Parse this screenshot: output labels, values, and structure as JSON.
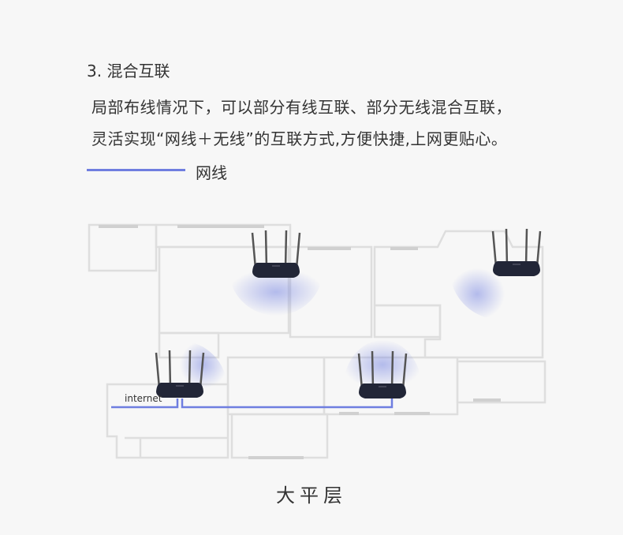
{
  "section": {
    "title": "3. 混合互联",
    "paragraph_line1": "局部布线情况下，可以部分有线互联、部分无线混合互联，",
    "paragraph_line2": "灵活实现“网线＋无线”的互联方式,方便快捷,上网更贴心。"
  },
  "legend": {
    "label": "网线",
    "color": "#6f7ee0"
  },
  "floorplan": {
    "internet_label": "internet",
    "caption": "大平层",
    "router_count": 4
  }
}
